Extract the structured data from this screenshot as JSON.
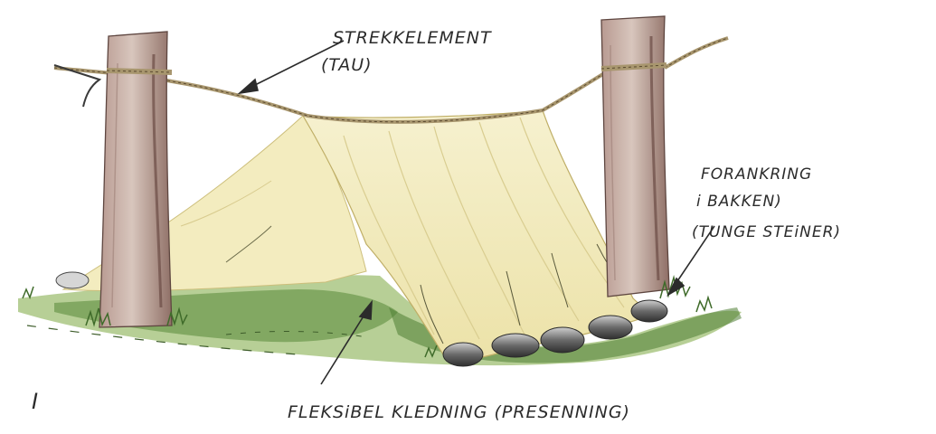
{
  "labels": {
    "rope_line1": "STREKKELEMENT",
    "rope_line2": "(TAU)",
    "anchor_line1": "FORANKRING",
    "anchor_line2": "i BAKKEN)",
    "anchor_line3": "(TUNGE STEiNER)",
    "tarp": "FLEKSiBEL KLEDNING (PRESENNING)",
    "figure_number": "I"
  },
  "colors": {
    "tarp": "#f2ecc0",
    "tarp_shade": "#e6dca0",
    "grass": "#6f9a4c",
    "grass_light": "#a9c47a",
    "trunk": "#cdb7ad",
    "trunk_shade": "#8d6d64",
    "rope": "#a8966e",
    "stone": "#4e4e4e",
    "ink": "#2b2b2b"
  }
}
